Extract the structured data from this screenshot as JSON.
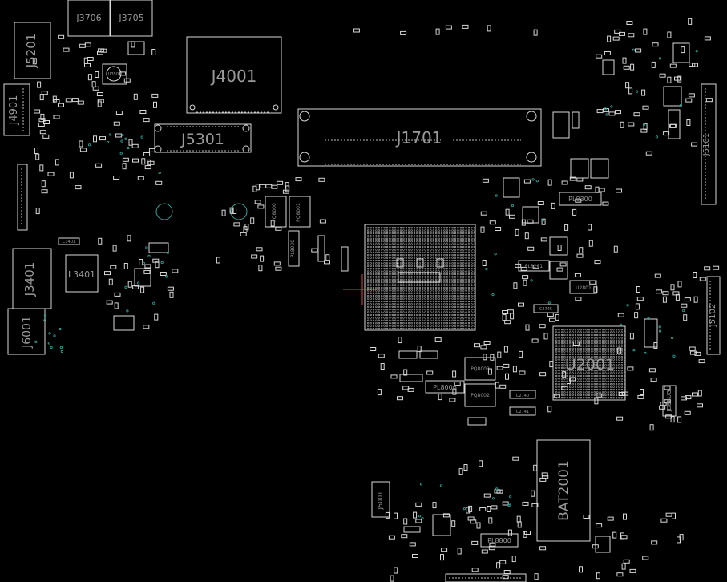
{
  "labels": {
    "J3706": "J3706",
    "J3705": "J3705",
    "J5201": "J5201",
    "J4001": "J4001",
    "J4901": "J4901",
    "J5301": "J5301",
    "J1701": "J1701",
    "J5101": "J5101",
    "L3401": "L3401",
    "J3401": "J3401",
    "J6001": "J6001",
    "U2001": "U2001",
    "J5102": "J5102",
    "JDEBUG": "JDEBUG",
    "BAT2001": "BAT2001",
    "J5001": "J5001",
    "PL8300": "PL8300",
    "PL8006": "PL8006",
    "PL8800": "PL8800",
    "U2801": "U2801",
    "PQ8003": "PQ8003",
    "PQ8002": "PQ8002",
    "PQ8001": "PQ8001",
    "PQ8000": "PQ8000",
    "PL8000": "PL8000",
    "U3501": "U3501",
    "PL8201": "PL8201",
    "C3401": "C3401",
    "C2740": "C2740",
    "C2741": "C2741",
    "C2745": "C2745"
  },
  "colors": {
    "background": "#000000",
    "outline": "#d8d8d8",
    "label": "#9a9a9a",
    "via": "#2fa59a",
    "crosshair": "#c8504a"
  }
}
